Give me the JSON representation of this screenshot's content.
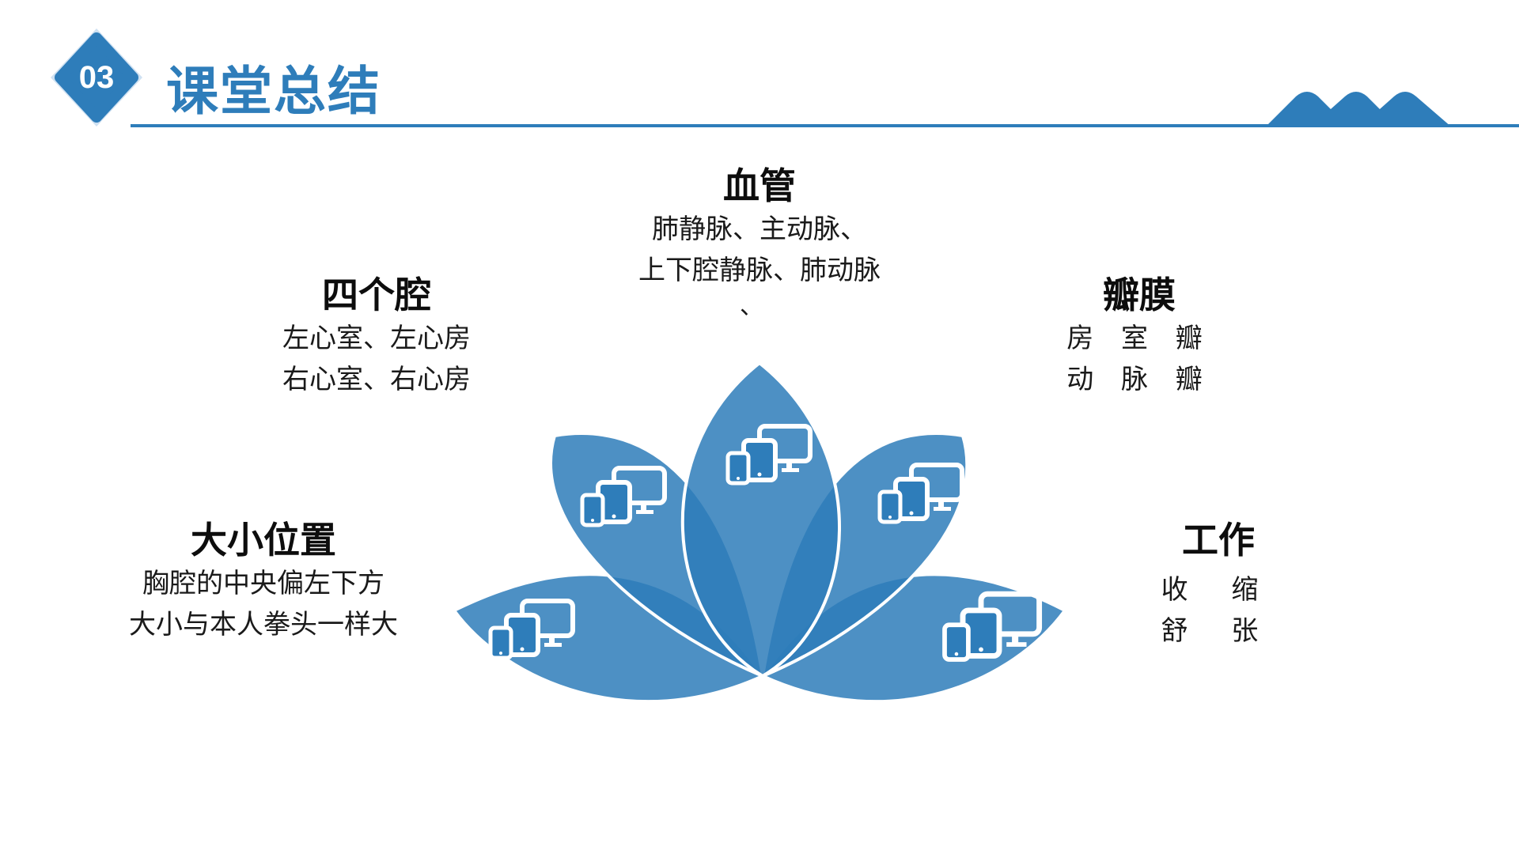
{
  "header": {
    "number": "03",
    "title": "课堂总结"
  },
  "colors": {
    "accent": "#2e7dba",
    "petal_fill": "#2e7dba",
    "badge_border": "#cfe1f2",
    "text": "#1a1a1a"
  },
  "topics": {
    "vessels": {
      "heading": "血管",
      "lines": [
        "肺静脉、主动脉、",
        "上下腔静脉、肺动脉"
      ],
      "trailing_mark": "、"
    },
    "chambers": {
      "heading": "四个腔",
      "lines": [
        "左心室、左心房",
        "右心室、右心房"
      ]
    },
    "valves": {
      "heading": "瓣膜",
      "lines": [
        "房 室 瓣",
        "动 脉 瓣"
      ]
    },
    "position": {
      "heading": "大小位置",
      "lines": [
        "胸腔的中央偏左下方",
        "大小与本人拳头一样大"
      ]
    },
    "work": {
      "heading": "工作",
      "lines": [
        "收 缩",
        "舒 张"
      ]
    }
  },
  "diagram": {
    "petals": [
      {
        "name": "petal-far-left",
        "icon": "devices-icon"
      },
      {
        "name": "petal-left",
        "icon": "devices-icon"
      },
      {
        "name": "petal-center",
        "icon": "devices-icon"
      },
      {
        "name": "petal-right",
        "icon": "devices-icon"
      },
      {
        "name": "petal-far-right",
        "icon": "devices-icon"
      }
    ]
  }
}
